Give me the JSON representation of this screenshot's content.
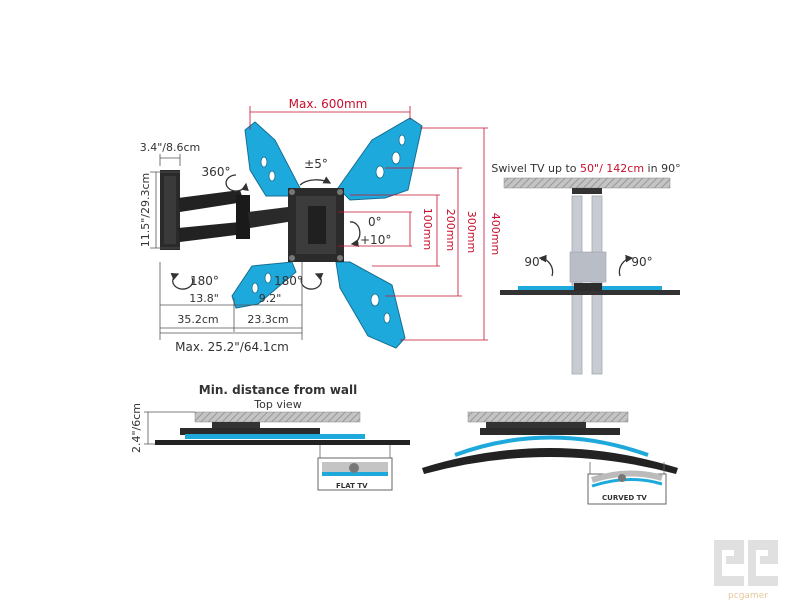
{
  "main_view": {
    "max_width": "Max. 600mm",
    "depth": "3.4\"/8.6cm",
    "height": "11.5\"/29.3cm",
    "rotation": "360°",
    "tilt_lr": "±5°",
    "tilt_up": "0°",
    "tilt_down": "+10°",
    "swivel_left": "180°",
    "swivel_right": "180°",
    "arm1_in": "13.8\"",
    "arm2_in": "9.2\"",
    "arm1_cm": "35.2cm",
    "arm2_cm": "23.3cm",
    "max_extension": "Max. 25.2\"/64.1cm",
    "v100": "100mm",
    "v200": "200mm",
    "v300": "300mm",
    "v400": "400mm"
  },
  "swivel_view": {
    "title_prefix": "Swivel TV up to ",
    "title_highlight": "50\"/ 142cm",
    "title_suffix": " in 90°",
    "left_angle": "90°",
    "right_angle": "90°"
  },
  "wall_distance": {
    "title": "Min. distance from wall",
    "subtitle": "Top view",
    "distance": "2.4\"/6cm",
    "flat_label": "FLAT TV",
    "curved_label": "CURVED TV"
  },
  "watermark": {
    "brand": "pcgamer"
  },
  "colors": {
    "accent_blue": "#1ea9dc",
    "dimension_red": "#c8102e",
    "mount_black": "#222222",
    "wall_gray": "#aaaaaa"
  }
}
